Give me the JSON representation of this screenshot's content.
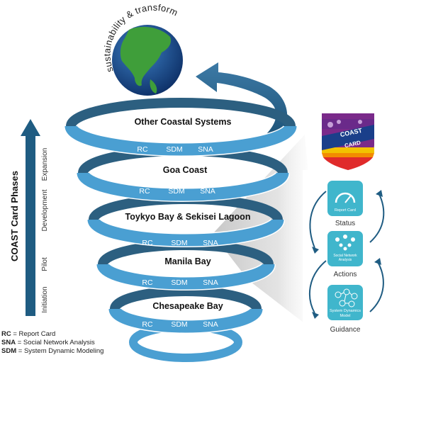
{
  "globe": {
    "label": "sustainability & transformation"
  },
  "phases_axis": {
    "title": "COAST Card Phases",
    "phases": [
      "Initiation",
      "Pilot",
      "Development",
      "Expansion"
    ]
  },
  "rings": [
    {
      "label": "Other Coastal Systems",
      "sub": [
        "RC",
        "SDM",
        "SNA"
      ]
    },
    {
      "label": "Goa Coast",
      "sub": [
        "RC",
        "SDM",
        "SNA"
      ]
    },
    {
      "label": "Toykyo Bay & Sekisei Lagoon",
      "sub": [
        "RC",
        "SDM",
        "SNA"
      ]
    },
    {
      "label": "Manila Bay",
      "sub": [
        "RC",
        "SDM",
        "SNA"
      ]
    },
    {
      "label": "Chesapeake Bay",
      "sub": [
        "RC",
        "SDM",
        "SNA"
      ]
    }
  ],
  "badge": {
    "line1": "COAST",
    "line2": "CARD"
  },
  "cycle": [
    {
      "icon_label": "Report Card",
      "caption": "Status"
    },
    {
      "icon_label": "Social Network Analysis",
      "caption": "Actions"
    },
    {
      "icon_label": "System Dynamics Model",
      "caption": "Guidance"
    }
  ],
  "legend": [
    {
      "abbr": "RC",
      "text": " = Report Card"
    },
    {
      "abbr": "SNA",
      "text": " = Social Network Analysis"
    },
    {
      "abbr": "SDM",
      "text": " = System Dynamic Modeling"
    }
  ],
  "colors": {
    "ring_front": "#4a9fd2",
    "ring_back": "#2c5f80",
    "arrow": "#1f5c82",
    "tile": "#3ab4c8"
  }
}
